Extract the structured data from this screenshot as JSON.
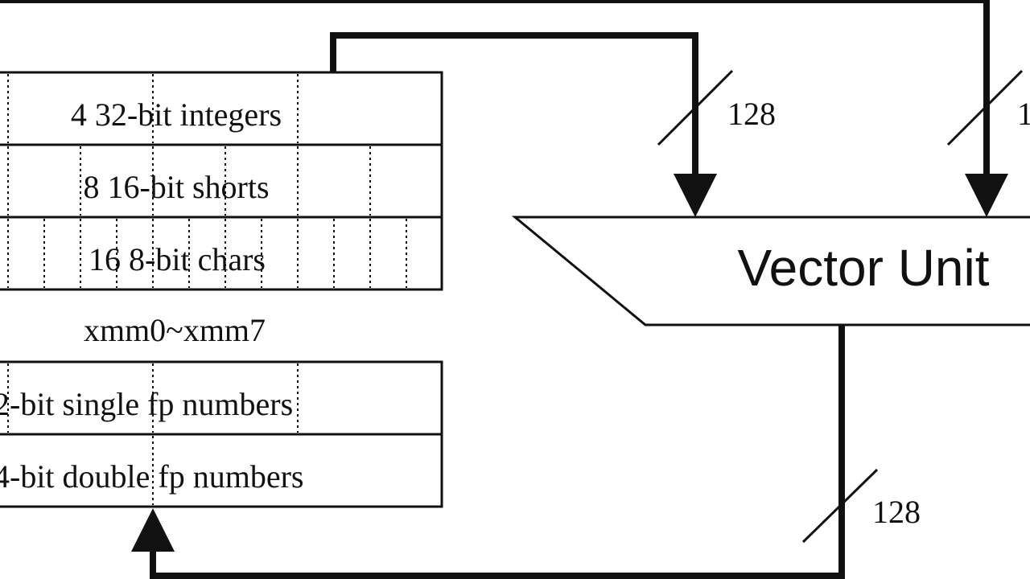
{
  "diagram": {
    "register_file": {
      "rows_top": [
        {
          "label": "4 32-bit integers",
          "lanes": 4
        },
        {
          "label": "8 16-bit shorts",
          "lanes": 8
        },
        {
          "label": "16 8-bit chars",
          "lanes": 16
        }
      ],
      "caption": "xmm0~xmm7",
      "rows_bottom": [
        {
          "label": "2-bit single fp numbers",
          "lanes": 4
        },
        {
          "label": "4-bit double fp numbers",
          "lanes": 2
        }
      ]
    },
    "vector_unit": {
      "label": "Vector Unit"
    },
    "buses": [
      {
        "id": "input-a",
        "width_label": "128"
      },
      {
        "id": "input-b",
        "width_label": "1"
      },
      {
        "id": "output",
        "width_label": "128"
      }
    ]
  }
}
